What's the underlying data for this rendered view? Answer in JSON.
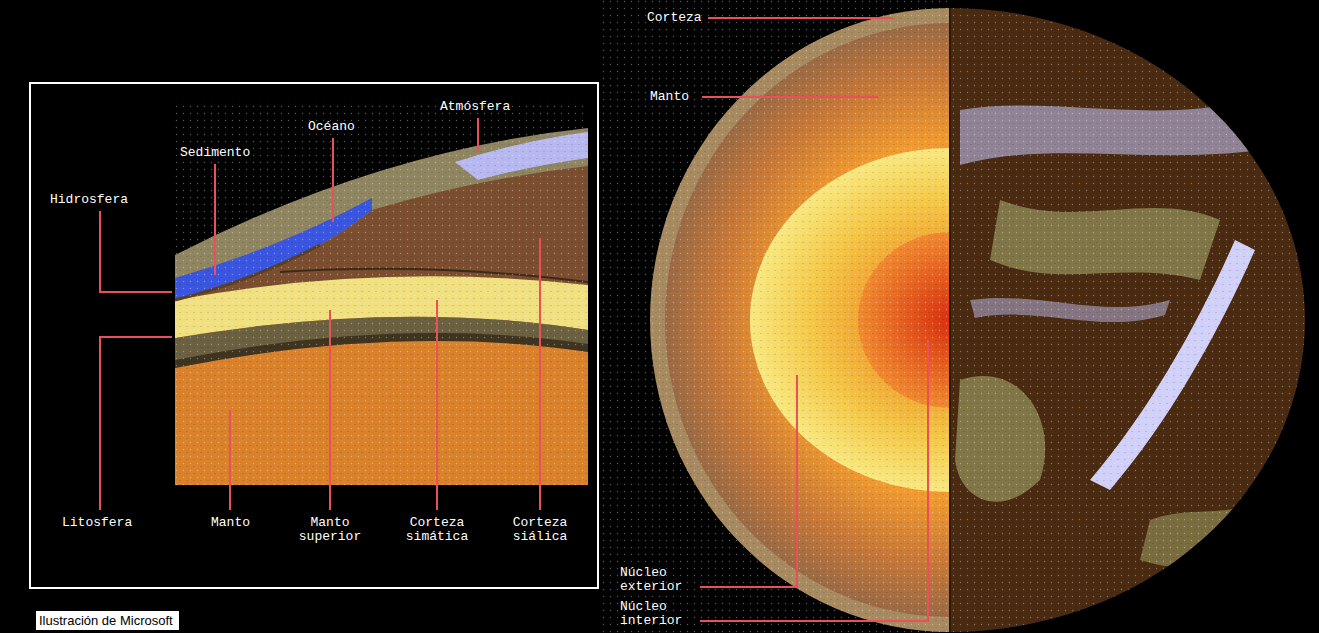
{
  "diagram": {
    "caption": "Ilustración de Microsoft",
    "labels": [
      "Atmósfera",
      "Océano",
      "Sedimento",
      "Hidrosfera",
      "Litosfera",
      "Manto",
      "Manto superior",
      "Corteza simática",
      "Corteza siálica",
      "Corteza",
      "Manto",
      "Núcleo exterior",
      "Núcleo interior"
    ]
  }
}
